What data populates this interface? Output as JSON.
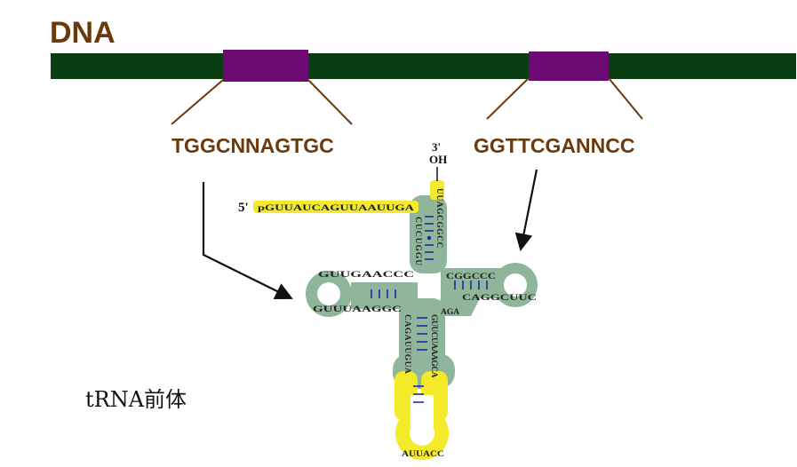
{
  "title": "DNA",
  "colors": {
    "dna_bar": "#0b3d12",
    "gene_segment": "#6e0a73",
    "label_text": "#6b3a0c",
    "trna_body": "#8fb59a",
    "trna_leader": "#f4ea2a",
    "base_pair": "#1a2aa0"
  },
  "sequences": {
    "left": "TGGCNNAGTGC",
    "right": "GGTTCGANNCC"
  },
  "trna": {
    "five_prime": "5'",
    "three_prime": "3'",
    "oh": "OH",
    "leader": "pGUUAUCAGUUAAUUGA",
    "acceptor_5": "CUCUGGU",
    "acceptor_3": "UUAGCGGCC",
    "d_arm": "GUUGAACCC",
    "d_loop": "GUUUAAGGC",
    "t_arm": "CGGCCC",
    "t_loop": "CAGGCUUC",
    "t_arm_extra": "AGA",
    "anticodon_5": "CAGAUUGUA",
    "anticodon_3": "GUUCUAAAGCA",
    "anticodon_loop": "AUUACC"
  },
  "caption": "tRNA前体"
}
